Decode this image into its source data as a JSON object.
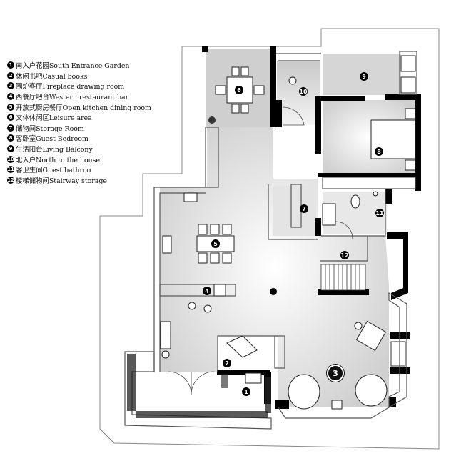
{
  "legend": [
    {
      "n": "1",
      "label": "南入户花园South Entrance Garden"
    },
    {
      "n": "2",
      "label": "休闲书吧Casual books"
    },
    {
      "n": "3",
      "label": "围炉客厅Fireplace drawing room"
    },
    {
      "n": "4",
      "label": "西餐厅吧台Western restaurant bar"
    },
    {
      "n": "5",
      "label": "开放式厨房餐厅Open kitchen dining room"
    },
    {
      "n": "6",
      "label": "文体休闲区Leisure area"
    },
    {
      "n": "7",
      "label": "储物间Storage Room"
    },
    {
      "n": "8",
      "label": "客卧室Guest Bedroom"
    },
    {
      "n": "9",
      "label": "生活阳台Living Balcony"
    },
    {
      "n": "10",
      "label": "北入户North to the house"
    },
    {
      "n": "11",
      "label": "客卫生间Guest bathroo"
    },
    {
      "n": "12",
      "label": "楼梯储物间Stairway storage"
    }
  ],
  "colors": {
    "wall": "#000000",
    "floor_gray": "#d9d9d9",
    "line": "#888888"
  }
}
